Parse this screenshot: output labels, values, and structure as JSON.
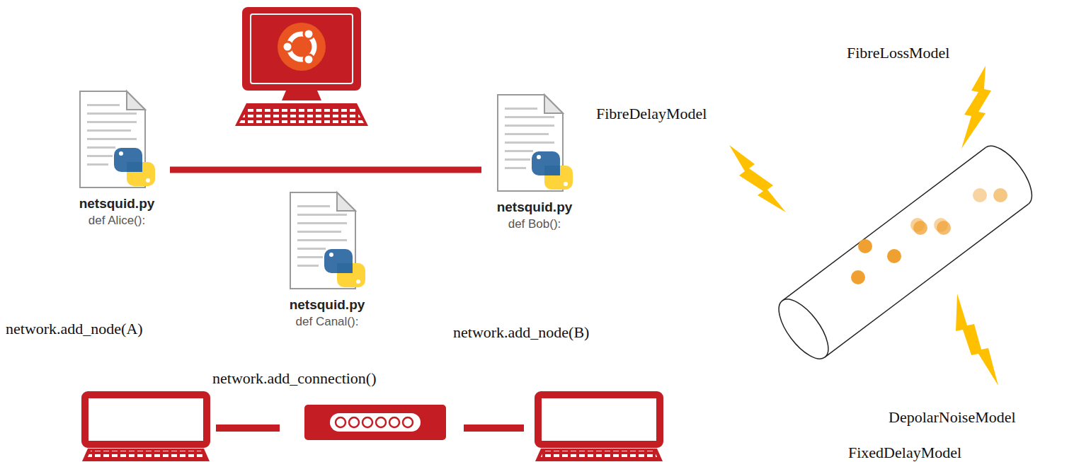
{
  "diagram": {
    "nodes": [
      {
        "text": [
          "netsquid.py",
          "def Alice():"
        ]
      },
      {
        "text": [
          "netsquid.py",
          "def Bob():"
        ]
      },
      {
        "text": [
          "netsquid.py",
          "def Canal():"
        ]
      }
    ],
    "edges": [
      {
        "from": 0,
        "to": 1,
        "arrow": "none"
      }
    ],
    "labels": [
      "FibreLossModel",
      "FibreDelayModel",
      "network.add_node(A)",
      "network.add_connection()",
      "network.add_node(B)",
      "DepolarNoiseModel",
      "FixedDelayModel"
    ]
  }
}
